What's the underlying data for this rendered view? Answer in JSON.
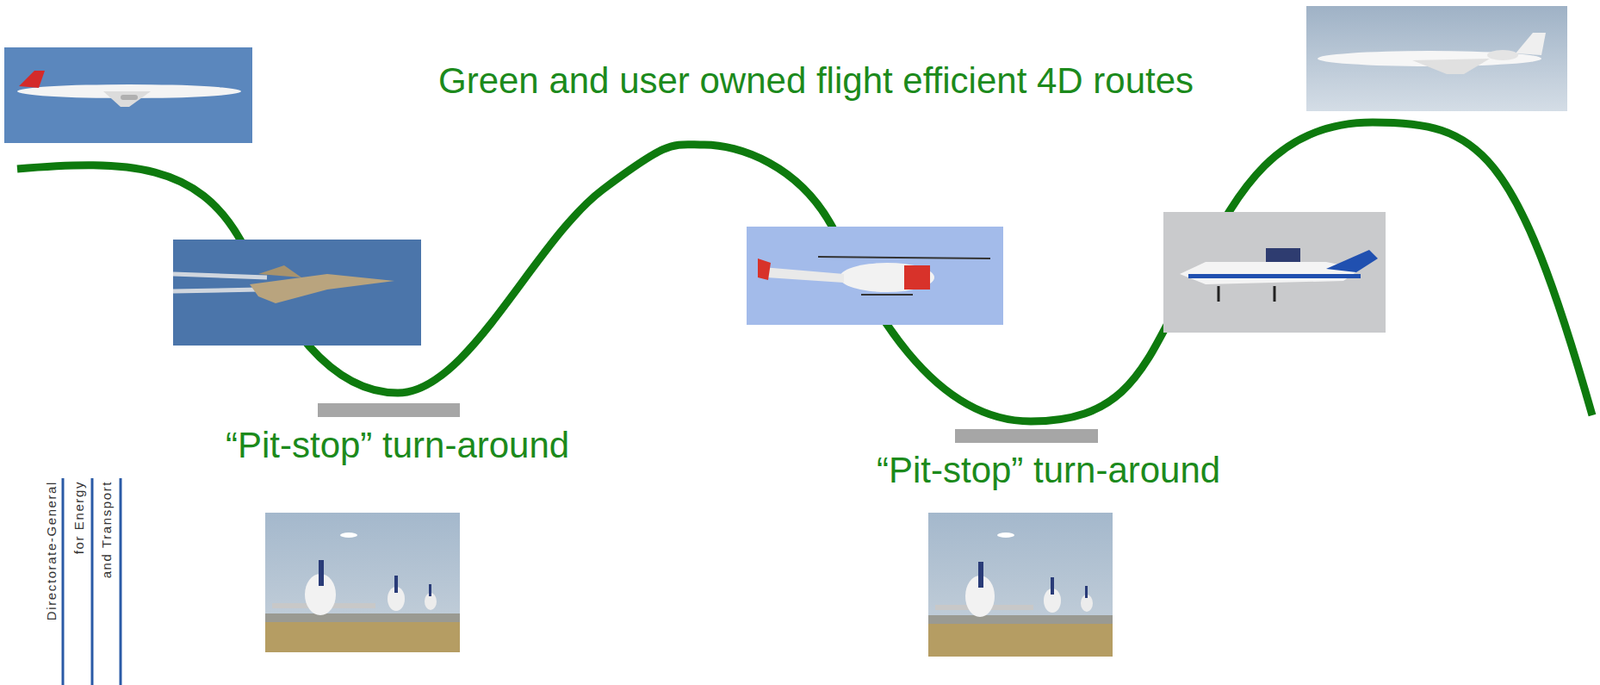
{
  "diagram": {
    "title": "Green and user owned flight efficient 4D routes",
    "labels": [
      "“Pit-stop” turn-around",
      "“Pit-stop” turn-around",
      "Directorate-General",
      "for Energy",
      "and Transport"
    ]
  }
}
